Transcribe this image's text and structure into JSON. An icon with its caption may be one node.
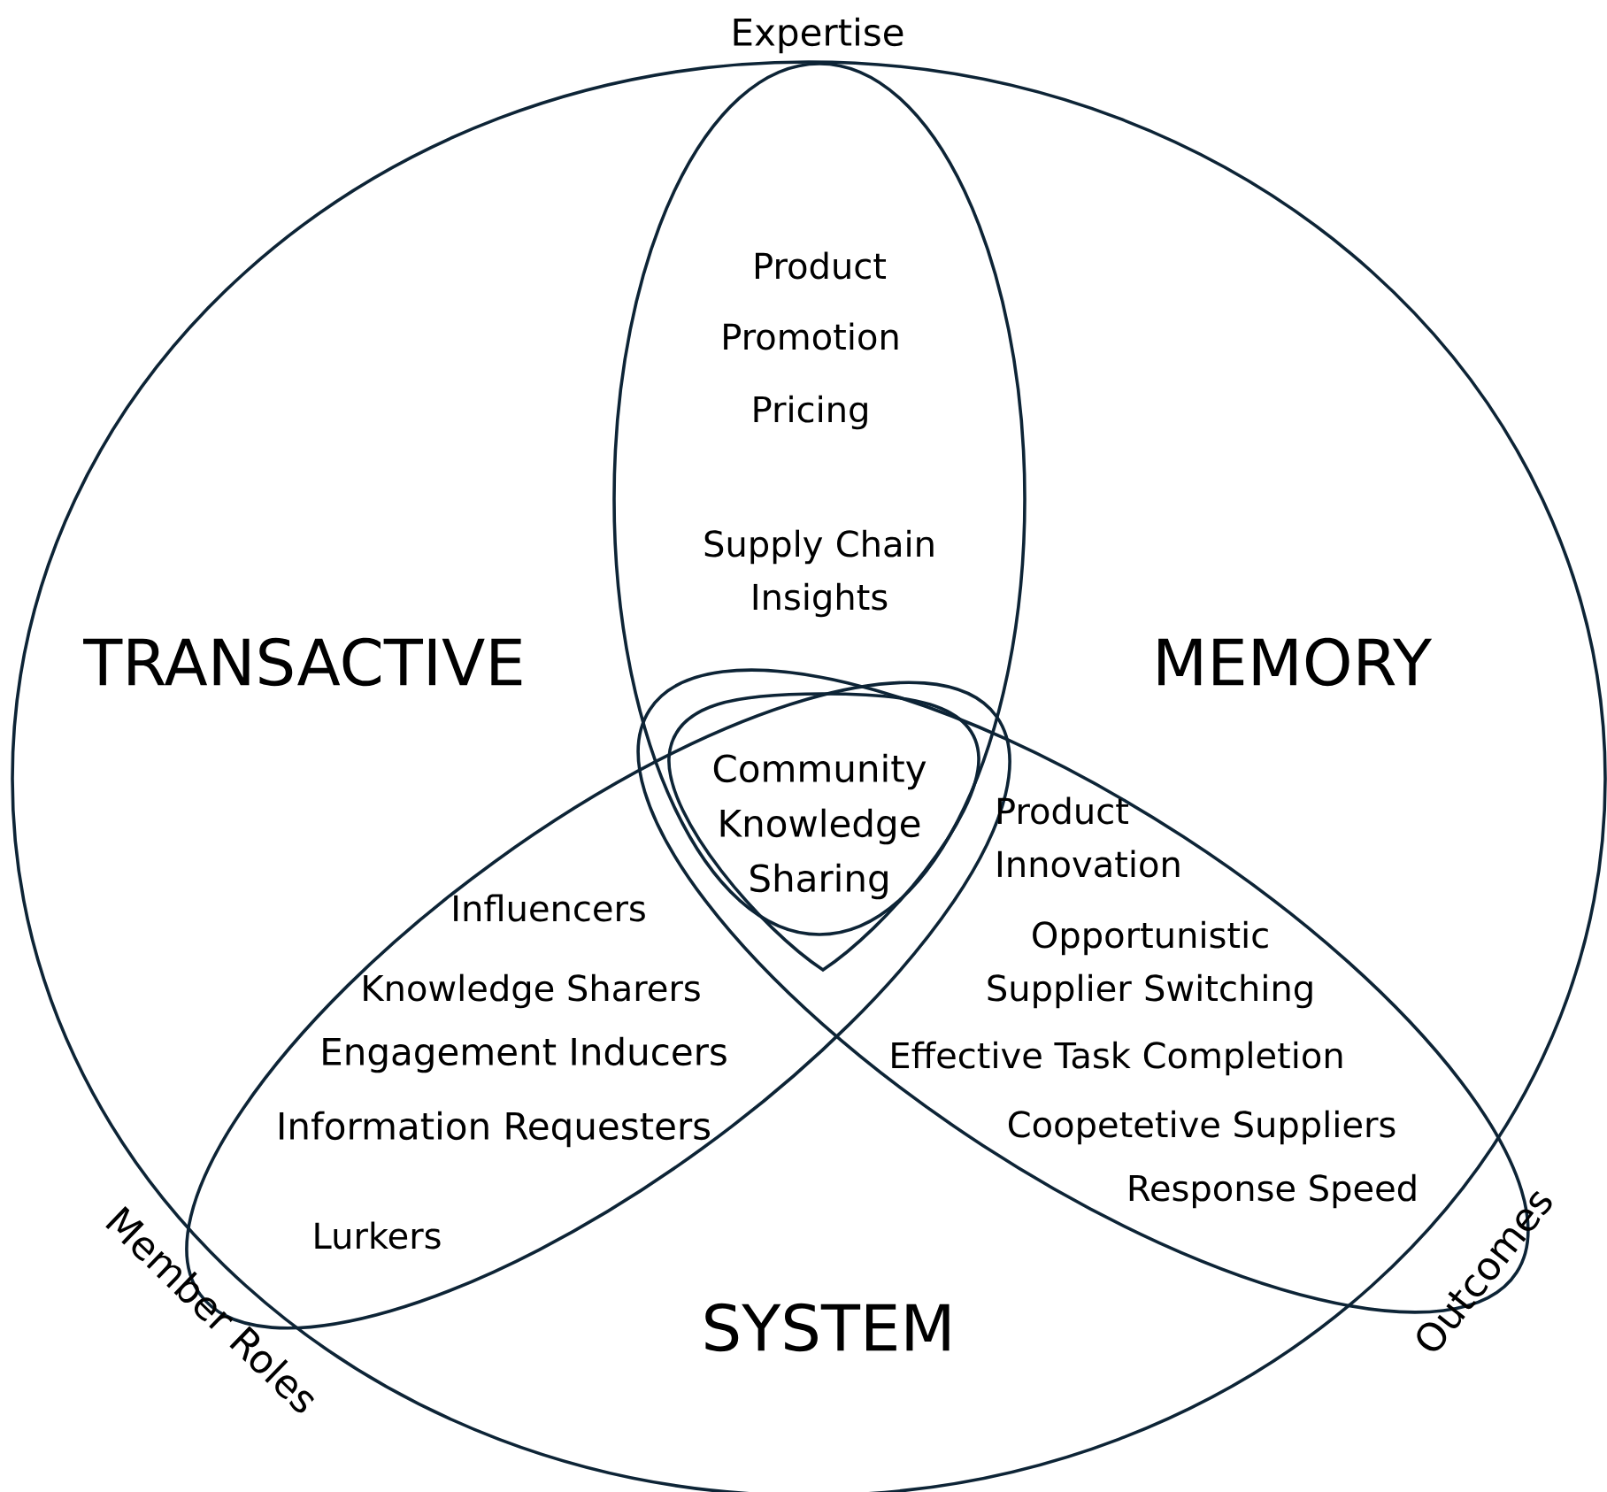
{
  "diagram": {
    "nodes": [
      {
        "text": [
          "TRANSACTIVE",
          "MEMORY",
          "SYSTEM"
        ]
      },
      {
        "text": [
          "Expertise",
          "Product",
          "Promotion",
          "Pricing",
          "Supply Chain Insights"
        ],
        "in": 0
      },
      {
        "text": [
          "Member Roles",
          "Influencers",
          "Knowledge Sharers",
          "Engagement Inducers",
          "Information Requesters",
          "Lurkers"
        ],
        "in": 0
      },
      {
        "text": [
          "Outcomes",
          "Product Innovation",
          "Opportunistic Supplier Switching",
          "Effective Task Completion",
          "Coopetetive Suppliers",
          "Response Speed"
        ],
        "in": 0
      },
      {
        "text": [
          "Community Knowledge Sharing"
        ]
      }
    ],
    "edges": []
  }
}
